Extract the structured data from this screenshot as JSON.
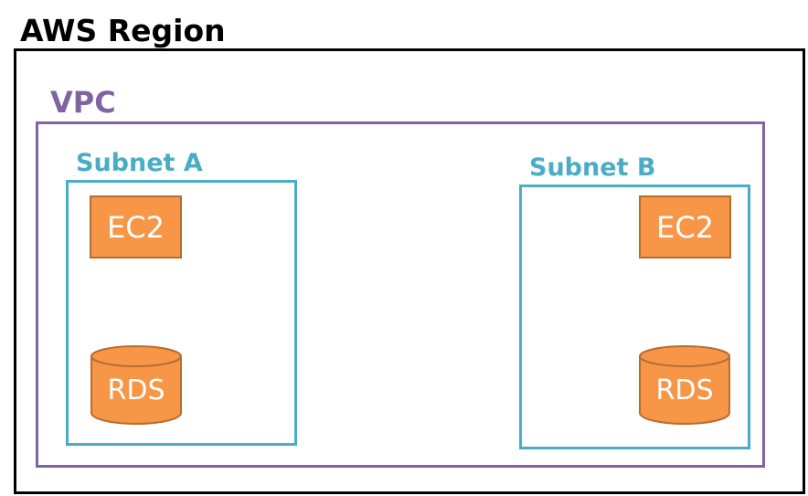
{
  "region": {
    "title": "AWS Region",
    "border_color": "#000000"
  },
  "vpc": {
    "title": "VPC",
    "color": "#8064a2"
  },
  "subnets": [
    {
      "title": "Subnet A",
      "color": "#4bacc6",
      "ec2_label": "EC2",
      "rds_label": "RDS"
    },
    {
      "title": "Subnet B",
      "color": "#4bacc6",
      "ec2_label": "EC2",
      "rds_label": "RDS"
    }
  ],
  "colors": {
    "resource_fill": "#f79646",
    "resource_border": "#b66d31",
    "resource_text": "#ffffff"
  },
  "icons": {
    "ec2": "ec2-instance-icon",
    "rds": "rds-database-cylinder-icon"
  }
}
